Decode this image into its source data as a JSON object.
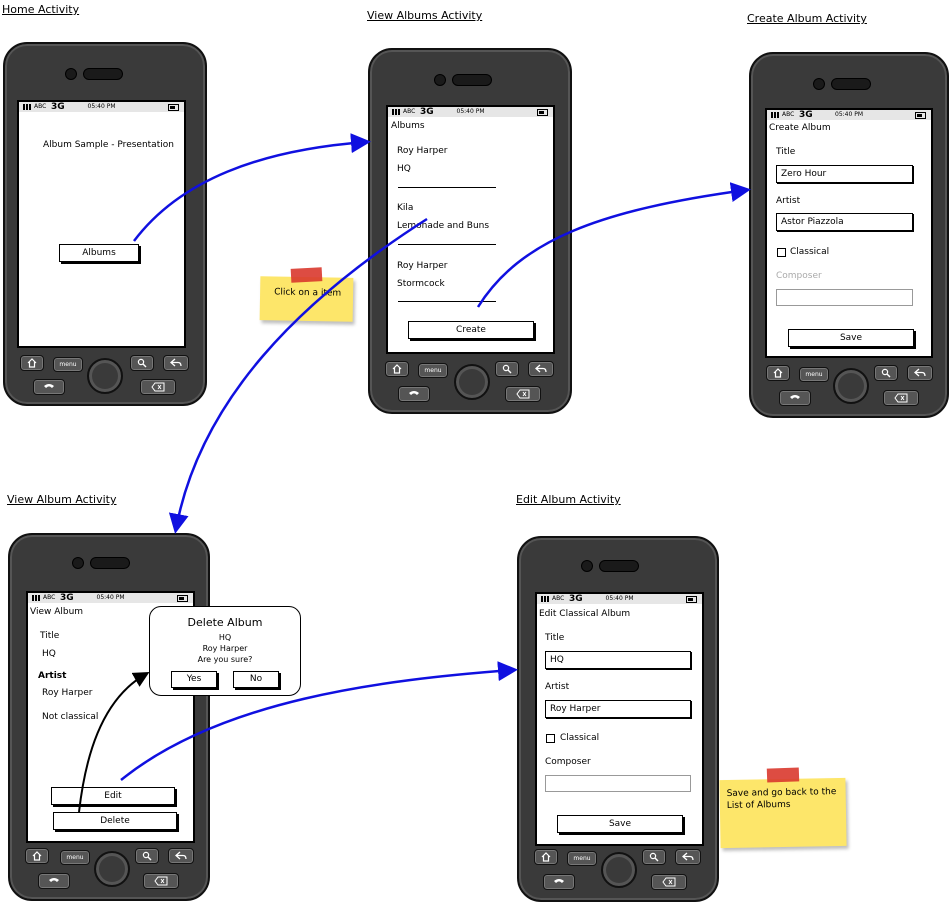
{
  "headings": {
    "home": "Home Activity",
    "view_albums": "View Albums Activity",
    "create_album": "Create Album Activity",
    "view_album": "View Album Activity",
    "edit_album": "Edit Album Activity"
  },
  "status_bar": {
    "carrier": "ABC",
    "network": "3G",
    "time": "05:40 PM"
  },
  "hardware": {
    "menu_label": "menu"
  },
  "home": {
    "title": "Album Sample - Presentation",
    "albums_button": "Albums"
  },
  "view_albums": {
    "title": "Albums",
    "items": [
      {
        "artist": "Roy Harper",
        "album": "HQ"
      },
      {
        "artist": "Kila",
        "album": "Lemonade and Buns"
      },
      {
        "artist": "Roy Harper",
        "album": "Stormcock"
      }
    ],
    "create_button": "Create"
  },
  "create_album": {
    "title": "Create Album",
    "title_label": "Title",
    "title_value": "Zero Hour",
    "artist_label": "Artist",
    "artist_value": "Astor Piazzola",
    "classical_label": "Classical",
    "composer_label": "Composer",
    "composer_value": "",
    "save_button": "Save"
  },
  "view_album": {
    "title": "View Album",
    "title_label": "Title",
    "title_value": "HQ",
    "artist_label": "Artist",
    "artist_value": "Roy Harper",
    "classical_text": "Not classical",
    "edit_button": "Edit",
    "delete_button": "Delete",
    "dialog": {
      "title": "Delete Album",
      "line1": "HQ",
      "line2": "Roy Harper",
      "line3": "Are you sure?",
      "yes": "Yes",
      "no": "No"
    }
  },
  "edit_album": {
    "title": "Edit Classical Album",
    "title_label": "Title",
    "title_value": "HQ",
    "artist_label": "Artist",
    "artist_value": "Roy Harper",
    "classical_label": "Classical",
    "composer_label": "Composer",
    "composer_value": "",
    "save_button": "Save"
  },
  "notes": {
    "click_item": "Click on a item",
    "save_back": "Save and go back to the List of Albums"
  },
  "colors": {
    "arrow": "#1010e0",
    "note": "#fde66a",
    "tape": "#d9392e",
    "phone": "#3a3a3a"
  }
}
